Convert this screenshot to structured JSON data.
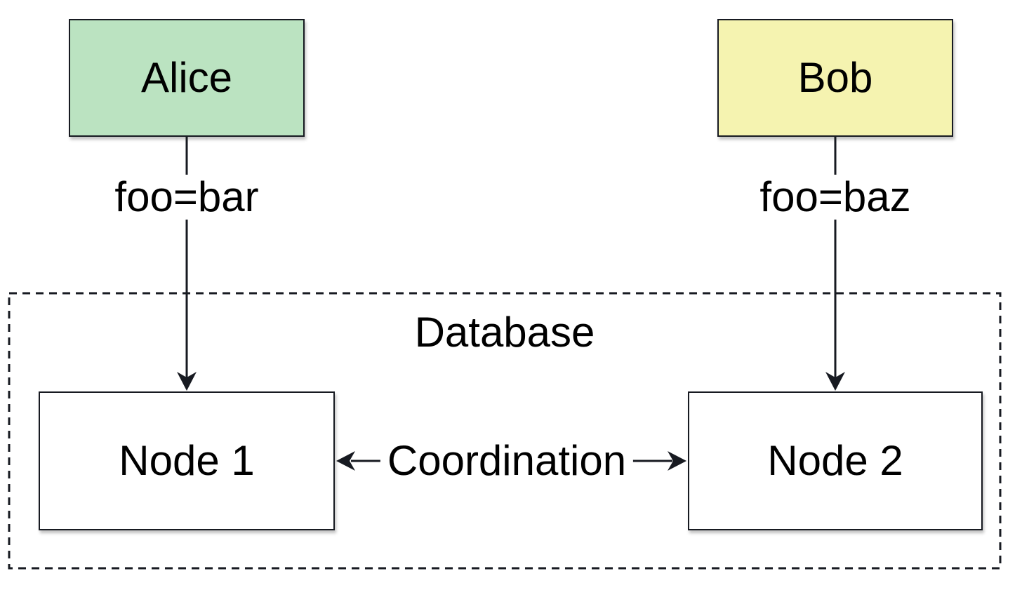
{
  "diagram": {
    "colors": {
      "background": "#ffffff",
      "stroke": "#171a21",
      "text": "#000000",
      "alice_fill": "#bbe3c1",
      "bob_fill": "#f5f3b0",
      "node_fill": "#ffffff"
    },
    "actors": {
      "alice": {
        "label": "Alice"
      },
      "bob": {
        "label": "Bob"
      }
    },
    "container": {
      "label": "Database"
    },
    "nodes": {
      "node1": {
        "label": "Node 1"
      },
      "node2": {
        "label": "Node 2"
      }
    },
    "edges": {
      "alice_write": {
        "label": "foo=bar"
      },
      "bob_write": {
        "label": "foo=baz"
      },
      "coordination": {
        "label": "Coordination"
      }
    }
  }
}
